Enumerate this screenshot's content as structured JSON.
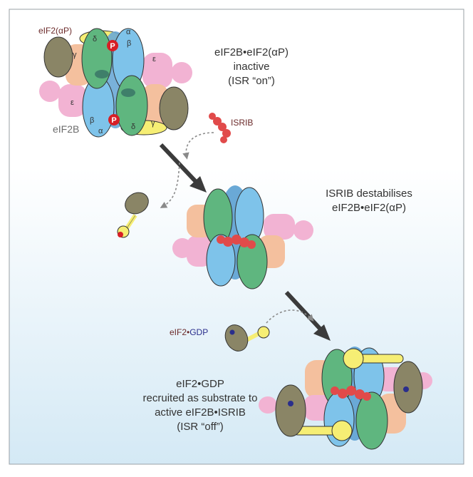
{
  "labels": {
    "eif2_alphaP": "eIF2(αP)",
    "eif2b": "eIF2B",
    "isrib": "ISRIB",
    "eif2_gdp_prefix": "eIF2•",
    "eif2_gdp_suffix": "GDP",
    "p": "P"
  },
  "subunits": {
    "alpha": "α",
    "beta": "β",
    "gamma": "γ",
    "delta": "δ",
    "epsilon": "ε"
  },
  "captions": {
    "state1": [
      "eIF2B•eIF2(αP)",
      "inactive",
      "(ISR “on”)"
    ],
    "state2": [
      "ISRIB destabilises",
      "eIF2B•eIF2(αP)"
    ],
    "state3": [
      "eIF2•GDP",
      "recruited as substrate to",
      "active eIF2B•ISRIB",
      "(ISR “off”)"
    ]
  },
  "colors": {
    "frame": "#9aa0a6",
    "bg_top": "#ffffff",
    "bg_bottom": "#d4e9f5",
    "green": "#5fb67f",
    "blue": "#7ec3ea",
    "peach": "#f4c09e",
    "pink": "#f2b3d3",
    "olive": "#8a8566",
    "yellow": "#f6ee74",
    "red": "#e14a4a",
    "p_red": "#d71f26",
    "gdp_blue": "#2a2e8c",
    "arrow": "#3b3b3b",
    "label_brown": "#6b2a2a",
    "label_gray": "#6d6d6d"
  }
}
